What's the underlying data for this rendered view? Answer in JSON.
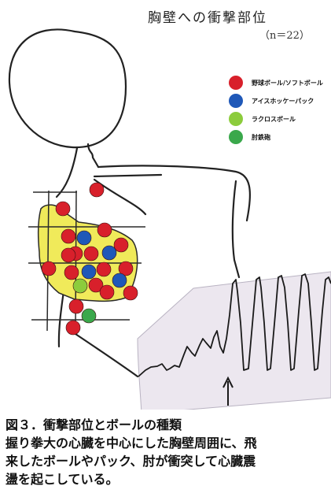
{
  "title": "胸壁への衝撃部位",
  "count_label": "（n＝22）",
  "legend": [
    {
      "label": "野球ボール/ソフトボール",
      "color": "#d8202b"
    },
    {
      "label": "アイスホッケーパック",
      "color": "#1f58b8"
    },
    {
      "label": "ラクロスボール",
      "color": "#8ccc3c"
    },
    {
      "label": "肘鉄砲",
      "color": "#3aa84b"
    }
  ],
  "colors": {
    "yellow_region": "#f0ea5a",
    "ecg_background": "#ece7ef"
  },
  "caption": {
    "line1": "図３．衝撃部位とボールの種類",
    "line2": "握り拳大の心臓を中心にした胸壁周囲に、飛",
    "line3": "来したボールやパック、肘が衝突して心臓震",
    "line4": "盪を起こしている。"
  }
}
